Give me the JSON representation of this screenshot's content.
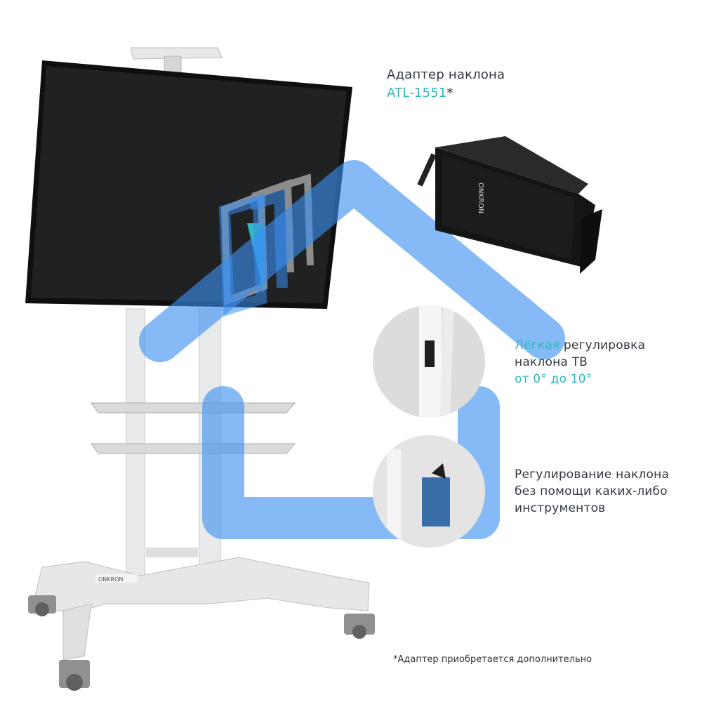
{
  "adapter": {
    "title": "Адаптер наклона",
    "model": "ATL-1551",
    "asterisk": "*",
    "brand": "ONKRON"
  },
  "feature_tilt": {
    "line1_accent": "Лёгкая",
    "line1_rest": " регулировка",
    "line2": "наклона ТВ",
    "line3": "от 0° до 10°"
  },
  "feature_tools": {
    "line1": "Регулирование наклона",
    "line2": "без помощи каких-либо",
    "line3": "инструментов"
  },
  "footnote": "*Адаптер приобретается дополнительно",
  "stand_brand": "ONKRON",
  "colors": {
    "accent": "#2fb8bf",
    "watermark_blue": "#3a8ff0",
    "text": "#333840"
  }
}
